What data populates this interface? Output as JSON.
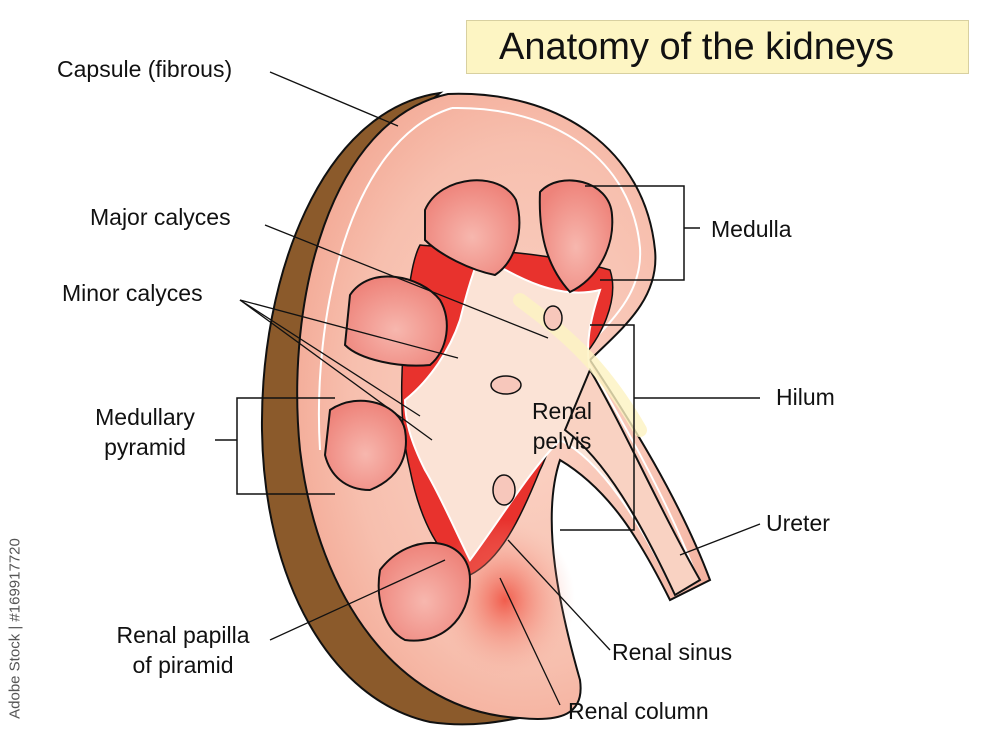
{
  "title": "Anatomy of the kidneys",
  "labels": {
    "capsule": "Capsule (fibrous)",
    "major_calyces": "Major calyces",
    "minor_calyces": "Minor calyces",
    "medullary_pyramid_1": "Medullary",
    "medullary_pyramid_2": "pyramid",
    "renal_papilla_1": "Renal papilla",
    "renal_papilla_2": "of piramid",
    "medulla": "Medulla",
    "hilum": "Hilum",
    "renal_pelvis_1": "Renal",
    "renal_pelvis_2": "pelvis",
    "ureter": "Ureter",
    "renal_sinus": "Renal sinus",
    "renal_column": "Renal column"
  },
  "watermark": "Adobe Stock | #169917720",
  "colors": {
    "capsule": "#8b5a2b",
    "cortex": "#f6b8a8",
    "pyramid": "#f08f86",
    "column_red": "#e8322d",
    "pelvis": "#fbe3d6",
    "title_bg": "#fdf5c3"
  }
}
